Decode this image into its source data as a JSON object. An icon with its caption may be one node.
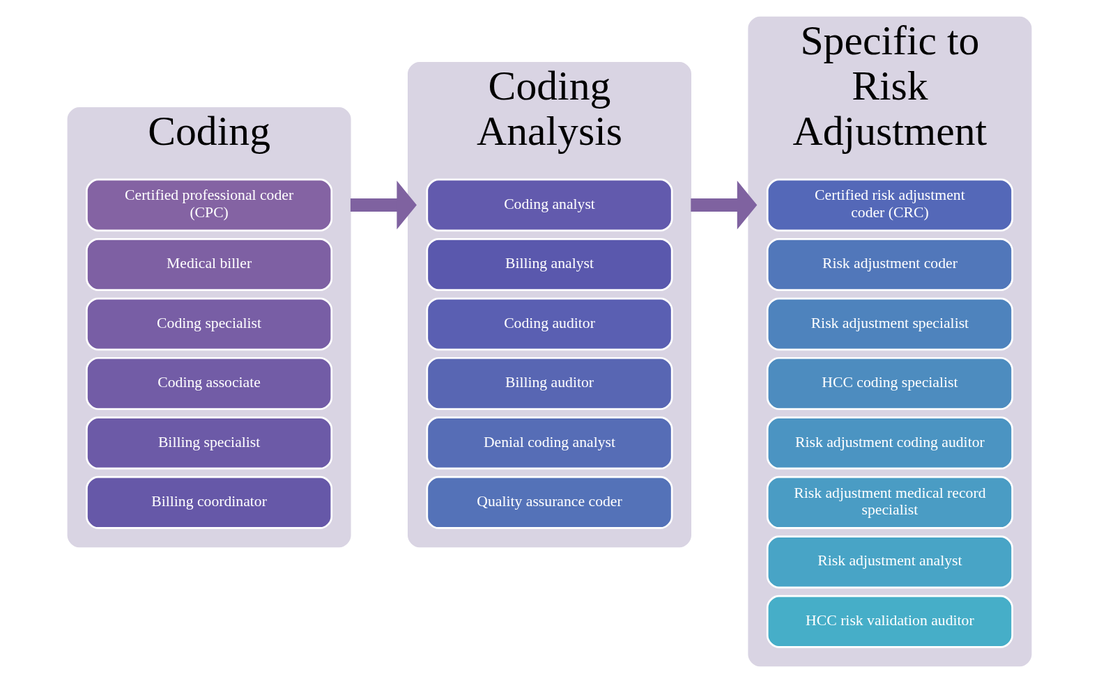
{
  "diagram": {
    "nodes": [
      {
        "text": [
          "Coding"
        ]
      },
      {
        "text": [
          "Certified professional coder (CPC)"
        ],
        "in": 0
      },
      {
        "text": [
          "Medical biller"
        ],
        "in": 0
      },
      {
        "text": [
          "Coding specialist"
        ],
        "in": 0
      },
      {
        "text": [
          "Coding associate"
        ],
        "in": 0
      },
      {
        "text": [
          "Billing specialist"
        ],
        "in": 0
      },
      {
        "text": [
          "Billing coordinator"
        ],
        "in": 0
      },
      {
        "text": [
          "Coding Analysis"
        ]
      },
      {
        "text": [
          "Coding analyst"
        ],
        "in": 7
      },
      {
        "text": [
          "Billing analyst"
        ],
        "in": 7
      },
      {
        "text": [
          "Coding auditor"
        ],
        "in": 7
      },
      {
        "text": [
          "Billing auditor"
        ],
        "in": 7
      },
      {
        "text": [
          "Denial coding analyst"
        ],
        "in": 7
      },
      {
        "text": [
          "Quality assurance coder"
        ],
        "in": 7
      },
      {
        "text": [
          "Specific to Risk Adjustment"
        ]
      },
      {
        "text": [
          "Certified risk adjustment coder (CRC)"
        ],
        "in": 14
      },
      {
        "text": [
          "Risk adjustment coder"
        ],
        "in": 14
      },
      {
        "text": [
          "Risk adjustment specialist"
        ],
        "in": 14
      },
      {
        "text": [
          "HCC coding specialist"
        ],
        "in": 14
      },
      {
        "text": [
          "Risk adjustment coding auditor"
        ],
        "in": 14
      },
      {
        "text": [
          "Risk adjustment medical record specialist"
        ],
        "in": 14
      },
      {
        "text": [
          "Risk adjustment analyst"
        ],
        "in": 14
      },
      {
        "text": [
          "HCC risk validation auditor"
        ],
        "in": 14
      }
    ],
    "edges": [
      {
        "from": 0,
        "to": 7,
        "arrow": "to"
      },
      {
        "from": 7,
        "to": 14,
        "arrow": "to"
      }
    ]
  }
}
